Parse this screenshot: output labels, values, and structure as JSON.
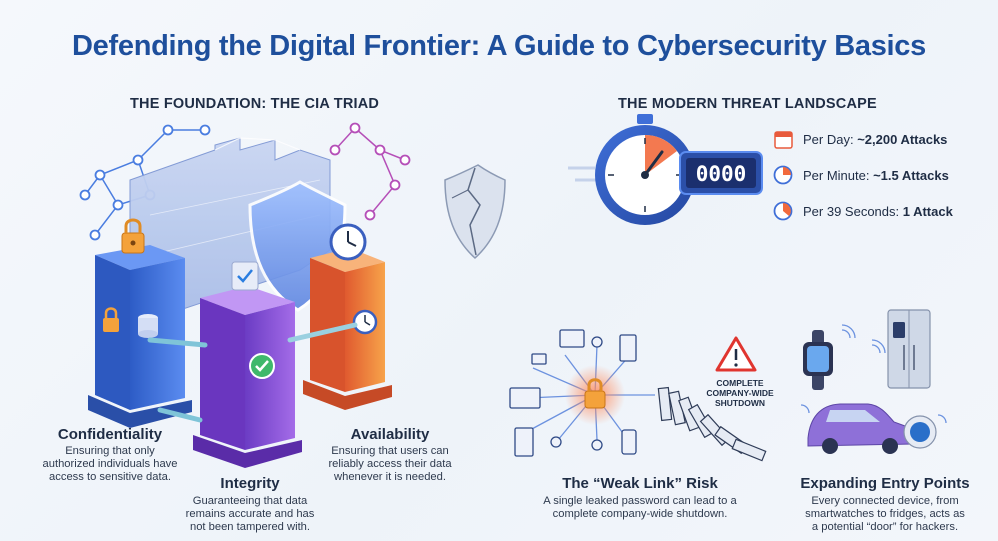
{
  "title": "Defending the Digital Frontier: A Guide to Cybersecurity Basics",
  "cia": {
    "heading": "THE FOUNDATION: THE CIA TRIAD",
    "confidentiality": {
      "title": "Confidentiality",
      "desc": [
        "Ensuring that only",
        "authorized individuals have",
        "access to sensitive data."
      ]
    },
    "integrity": {
      "title": "Integrity",
      "desc": [
        "Guaranteeing that data",
        "remains accurate and has",
        "not been tampered with."
      ]
    },
    "availability": {
      "title": "Availability",
      "desc": [
        "Ensuring that users can",
        "reliably access their data",
        "whenever it is needed."
      ]
    }
  },
  "threats": {
    "heading": "THE MODERN THREAT LANDSCAPE",
    "counter_digits": "0000",
    "stats": [
      {
        "label": "Per Day: ",
        "value": "~2,200 Attacks"
      },
      {
        "label": "Per Minute: ",
        "value": "~1.5 Attacks"
      },
      {
        "label": "Per 39 Seconds: ",
        "value": "1 Attack"
      }
    ]
  },
  "weak_link": {
    "title": "The “Weak Link” Risk",
    "desc": [
      "A single leaked password can lead to a",
      "complete company-wide shutdown."
    ],
    "warning": [
      "COMPLETE",
      "COMPANY-WIDE",
      "SHUTDOWN"
    ]
  },
  "entry_points": {
    "title": "Expanding Entry Points",
    "desc": [
      "Every connected device, from",
      "smartwatches to fridges, acts as",
      "a potential “door” for hackers."
    ]
  },
  "colors": {
    "title": "#1e4f9c",
    "blue_pillar": "#3f6fd8",
    "purple_pillar": "#8a4fd6",
    "orange_pillar": "#ef7a3a",
    "alert": "#e85a3c"
  }
}
